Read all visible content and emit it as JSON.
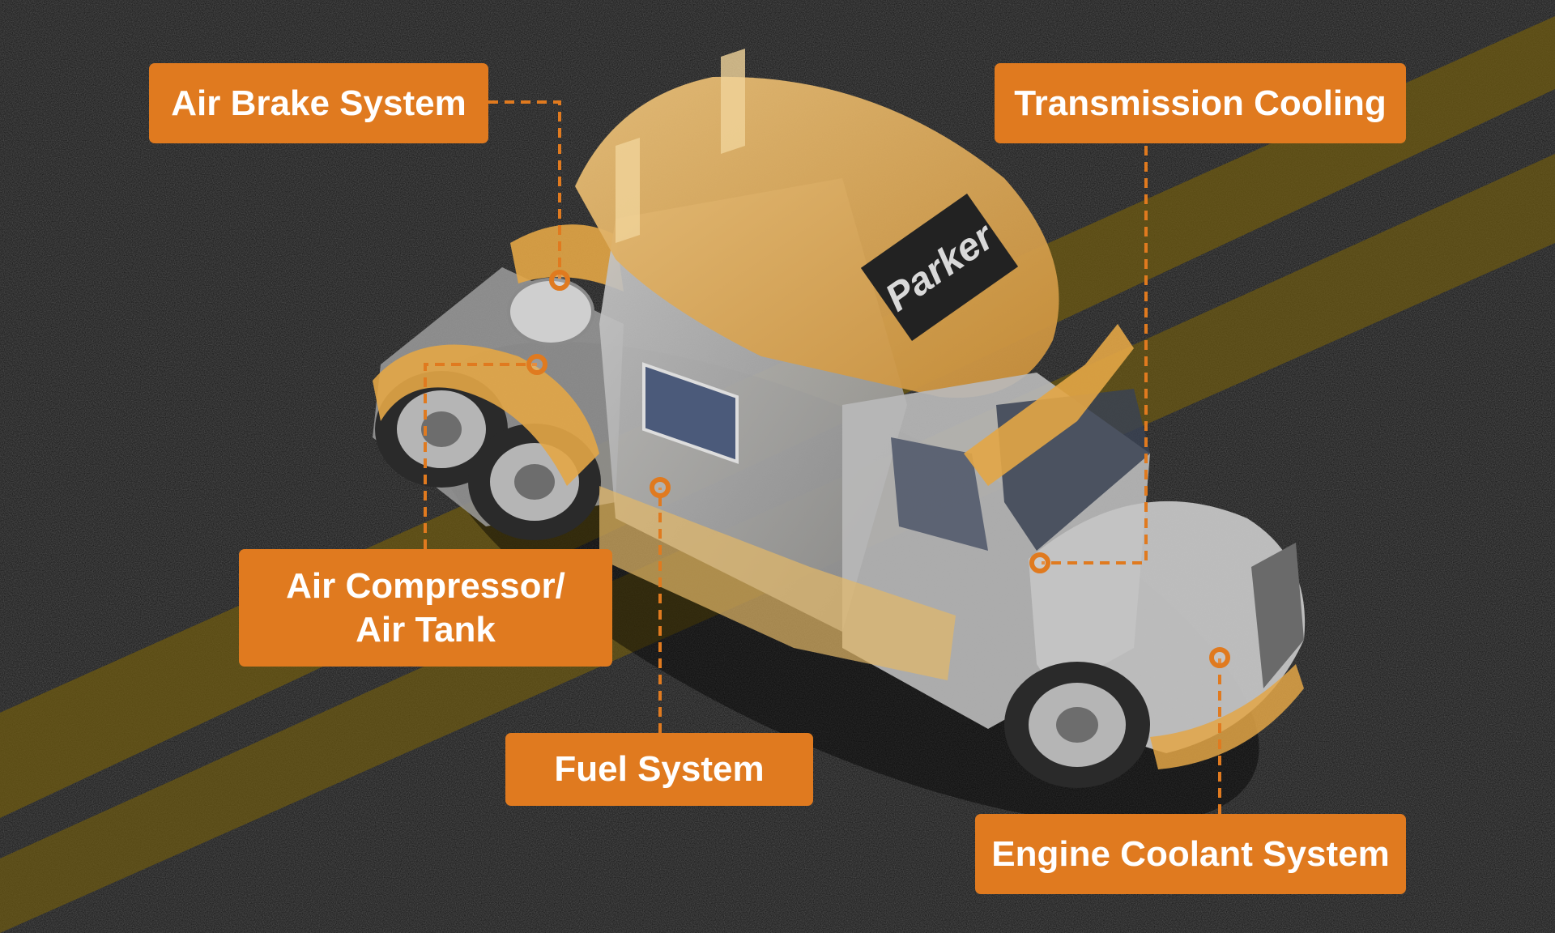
{
  "callouts": {
    "air_brake": {
      "label": "Air Brake System"
    },
    "transmission": {
      "label": "Transmission Cooling"
    },
    "compressor": {
      "line1": "Air Compressor/",
      "line2": "Air Tank"
    },
    "fuel": {
      "label": "Fuel System"
    },
    "coolant": {
      "label": "Engine Coolant System"
    }
  },
  "logo": {
    "text": "Parker"
  },
  "colors": {
    "accent": "#e07a1f",
    "road_stripe": "#6e5a10",
    "background": "#0d0d0d"
  },
  "icons": {
    "pin": "circle-marker"
  }
}
